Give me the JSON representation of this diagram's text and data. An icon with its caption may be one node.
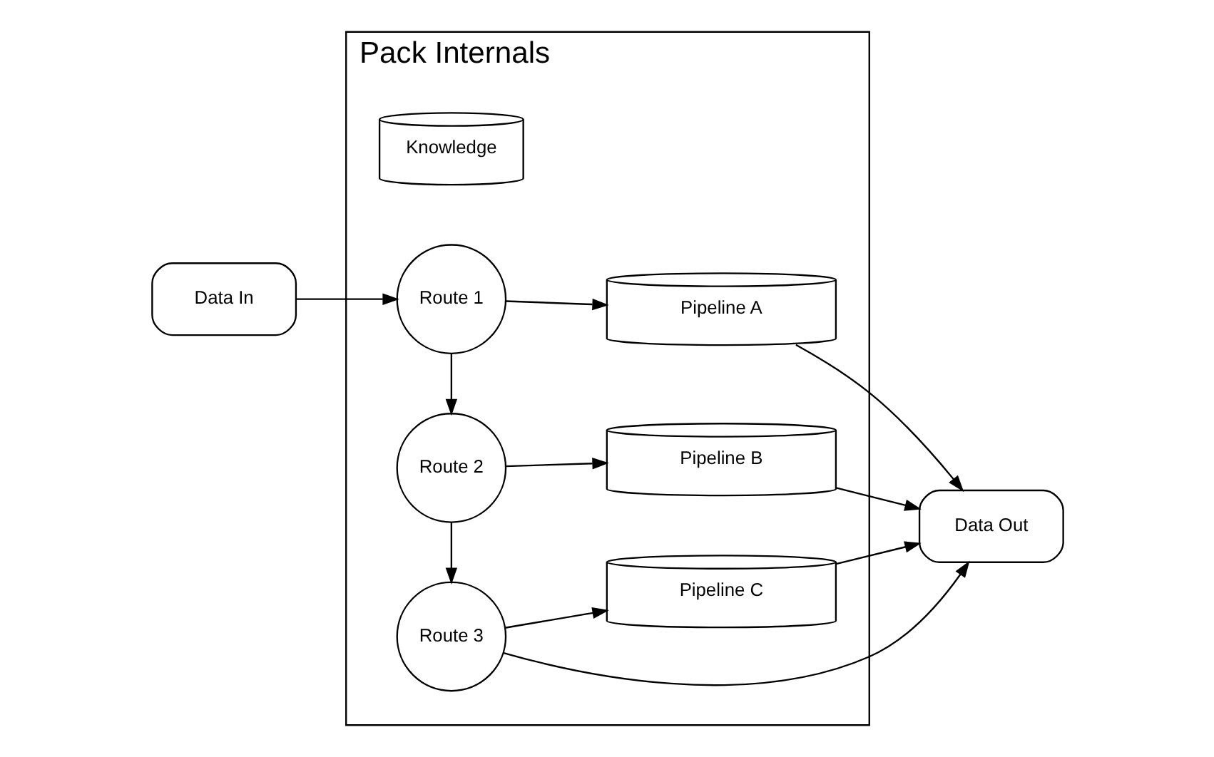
{
  "diagram": {
    "nodes": [
      {
        "text": [
          "Data In"
        ]
      },
      {
        "text": [
          "Pack Internals"
        ]
      },
      {
        "text": [
          "Knowledge"
        ],
        "in": 1
      },
      {
        "text": [
          "Route 1"
        ],
        "in": 1
      },
      {
        "text": [
          "Pipeline A"
        ],
        "in": 1
      },
      {
        "text": [
          "Route 2"
        ],
        "in": 1
      },
      {
        "text": [
          "Pipeline B"
        ],
        "in": 1
      },
      {
        "text": [
          "Route 3"
        ],
        "in": 1
      },
      {
        "text": [
          "Pipeline C"
        ],
        "in": 1
      },
      {
        "text": [
          "Data Out"
        ]
      }
    ],
    "edges": [
      {
        "from": 0,
        "to": 3,
        "arrow": "to"
      },
      {
        "from": 3,
        "to": 4,
        "arrow": "to"
      },
      {
        "from": 3,
        "to": 5,
        "arrow": "to"
      },
      {
        "from": 5,
        "to": 6,
        "arrow": "to"
      },
      {
        "from": 5,
        "to": 7,
        "arrow": "to"
      },
      {
        "from": 7,
        "to": 8,
        "arrow": "to"
      },
      {
        "from": 4,
        "to": 9,
        "arrow": "to"
      },
      {
        "from": 6,
        "to": 9,
        "arrow": "to"
      },
      {
        "from": 8,
        "to": 9,
        "arrow": "to"
      },
      {
        "from": 7,
        "to": 9,
        "arrow": "to"
      }
    ]
  }
}
